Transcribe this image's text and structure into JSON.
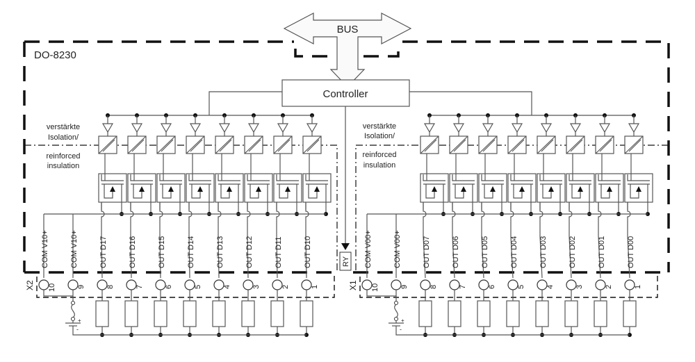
{
  "device_label": "DO-8230",
  "bus_label": "BUS",
  "controller_label": "Controller",
  "isolation_label": {
    "de_line1": "verstärkte",
    "de_line2": "Isolation/",
    "en_line1": "reinforced",
    "en_line2": "insulation"
  },
  "relay_label": "RY",
  "left_group": {
    "connector": "X2",
    "com_labels": [
      "COM V10+",
      "COM V10+"
    ],
    "outputs": [
      "OUT D17",
      "OUT D16",
      "OUT D15",
      "OUT D14",
      "OUT D13",
      "OUT D12",
      "OUT D11",
      "OUT D10"
    ],
    "terminals": [
      "10",
      "9",
      "8",
      "7",
      "6",
      "5",
      "4",
      "3",
      "2",
      "1"
    ]
  },
  "right_group": {
    "connector": "X1",
    "com_labels": [
      "COM V00+",
      "COM V00+"
    ],
    "outputs": [
      "OUT D07",
      "OUT D06",
      "OUT D05",
      "OUT D04",
      "OUT D03",
      "OUT D02",
      "OUT D01",
      "OUT D00"
    ],
    "terminals": [
      "10",
      "9",
      "8",
      "7",
      "6",
      "5",
      "4",
      "3",
      "2",
      "1"
    ]
  },
  "battery_polarity": {
    "plus": "+",
    "minus": "-"
  }
}
